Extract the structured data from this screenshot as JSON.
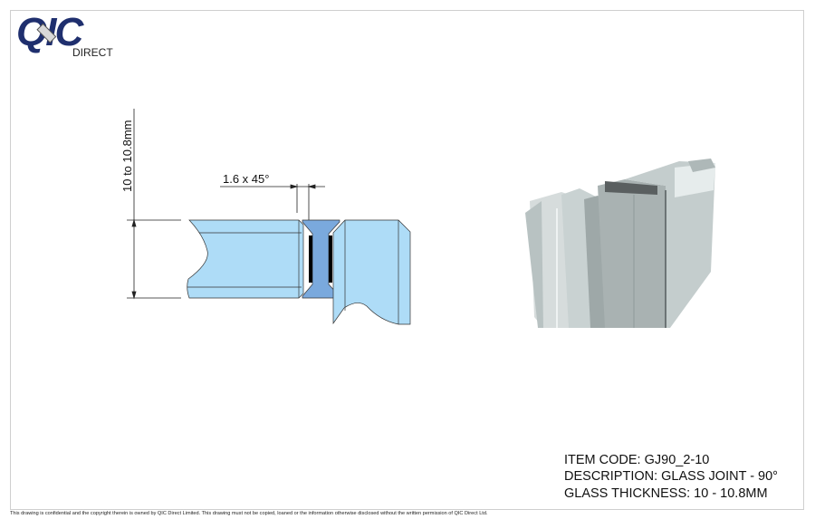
{
  "logo": {
    "brand": "QIC",
    "sub": "DIRECT"
  },
  "drawing": {
    "dim_thickness": "10 to 10.8mm",
    "dim_chamfer": "1.6 x 45°"
  },
  "title_block": {
    "item_code": "ITEM CODE: GJ90_2-10",
    "description": "DESCRIPTION: GLASS JOINT - 90°",
    "glass_thickness": "GLASS THICKNESS: 10 - 10.8MM"
  },
  "footer": "This drawing is confidential and the copyright therein is owned by QIC Direct Limited.  This drawing must not be copied, loaned or the information otherwise disclosed without the written permission of QIC Direct Ltd.",
  "colors": {
    "brand": "#1f2f6e",
    "glass": "#aedcf7",
    "joint": "#7aa9dd"
  }
}
